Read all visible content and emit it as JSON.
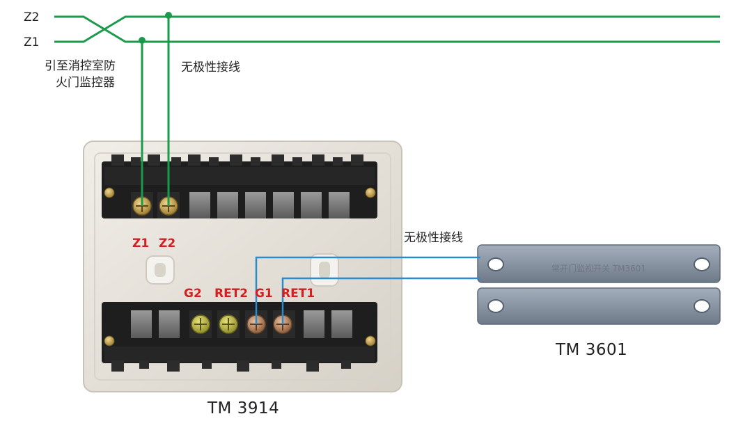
{
  "bus": {
    "z2_label": "Z2",
    "z1_label": "Z1",
    "bus_color": "#1a9a4a",
    "signal_color": "#2a8ccc"
  },
  "notes": {
    "to_monitor_line1": "引至消控室防",
    "to_monitor_line2": "火门监控器",
    "nonpolar_top": "无极性接线",
    "nonpolar_right": "无极性接线"
  },
  "module": {
    "model": "TM 3914",
    "top_terminals": [
      "Z1",
      "Z2"
    ],
    "bottom_terminals": [
      "G2",
      "RET2",
      "G1",
      "RET1"
    ]
  },
  "sensor": {
    "model": "TM 3601",
    "engraving": "常开门监视开关 TM3601"
  },
  "accent": {
    "terminal_label_color": "#d21f1f",
    "housing_color": "#e8e4dc",
    "block_color": "#1e1e1e",
    "sensor_color": "#8c97a6"
  }
}
